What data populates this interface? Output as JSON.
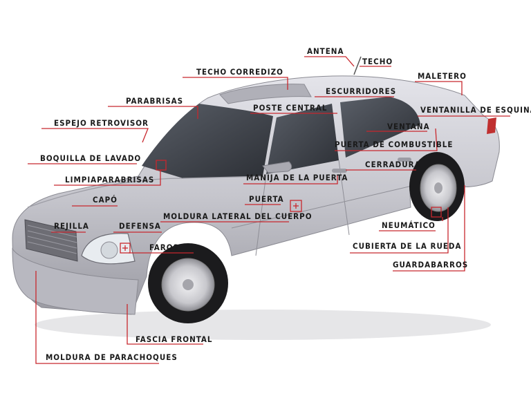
{
  "colors": {
    "leader": "#c8272d",
    "car_body": "#c9c9cf",
    "glass": "#3d4148",
    "tire": "#1b1b1d"
  },
  "labels": {
    "antenna": "ANTENA",
    "roof": "TECHO",
    "sunroof": "TECHO CORREDIZO",
    "trunk": "MALETERO",
    "drip_rails": "ESCURRIDORES",
    "windshield": "PARABRISAS",
    "center_pillar": "POSTE CENTRAL",
    "quarter_window": "VENTANILLA DE ESQUINA",
    "side_mirror": "ESPEJO RETROVISOR",
    "window": "VENTANA",
    "fuel_door": "PUERTA DE COMBUSTIBLE",
    "washer_nozzle": "BOQUILLA DE LAVADO",
    "lock": "CERRADURA",
    "wiper": "LIMPIAPARABRISAS",
    "door_handle": "MANIJA DE LA PUERTA",
    "hood": "CAPÓ",
    "door": "PUERTA",
    "body_side_molding": "MOLDURA LATERAL DEL CUERPO",
    "grille": "REJILLA",
    "fender": "DEFENSA",
    "tire": "NEUMÁTICO",
    "headlights": "FAROS",
    "wheel_cover": "CUBIERTA DE LA RUEDA",
    "mud_guard": "GUARDABARROS",
    "front_fascia": "FASCIA FRONTAL",
    "bumper_molding": "MOLDURA DE PARACHOQUES"
  }
}
